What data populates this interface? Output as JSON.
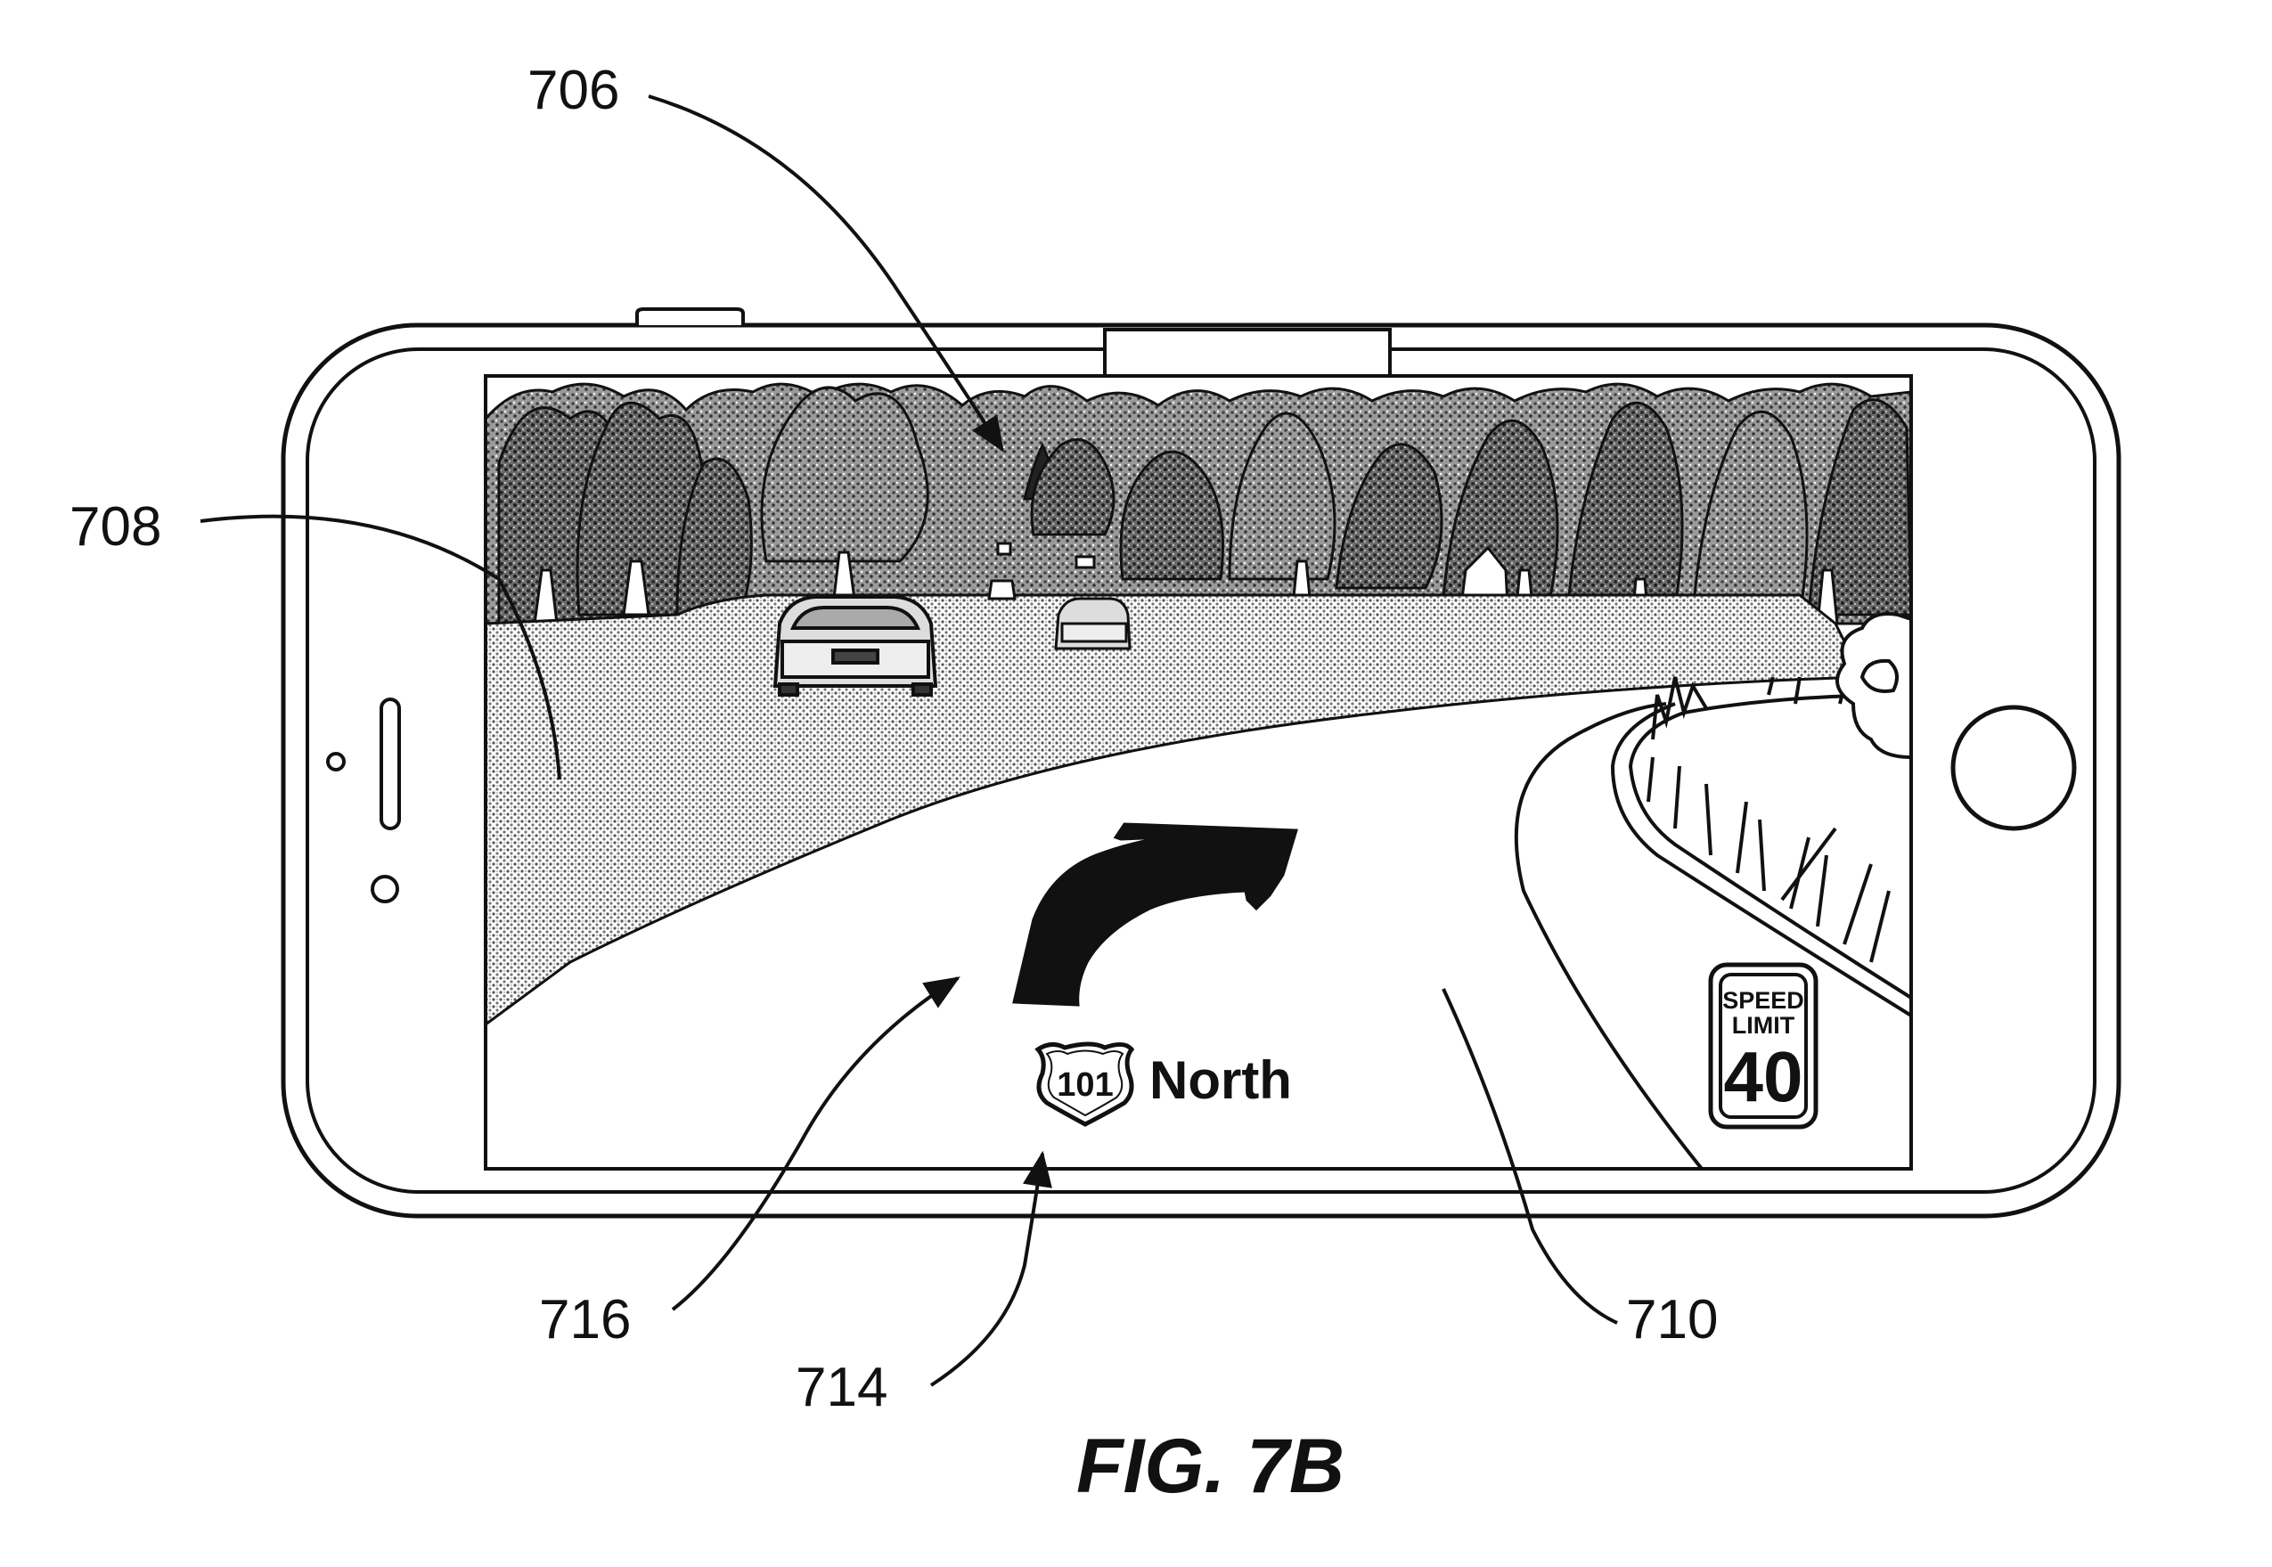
{
  "figure": {
    "caption": "FIG. 7B"
  },
  "reference_numerals": {
    "r706": "706",
    "r708": "708",
    "r710": "710",
    "r714": "714",
    "r716": "716"
  },
  "display": {
    "route_shield_number": "101",
    "route_direction": "North",
    "speed_limit_line1": "SPEED",
    "speed_limit_line2": "LIMIT",
    "speed_limit_value": "40"
  },
  "icons": {
    "turn_arrow": "curved-right-turn-arrow-icon",
    "route_shield": "us-highway-shield-icon",
    "home_button": "home-button-icon"
  },
  "colors": {
    "line": "#111111",
    "background": "#ffffff",
    "shading": "#9a9a9a"
  }
}
